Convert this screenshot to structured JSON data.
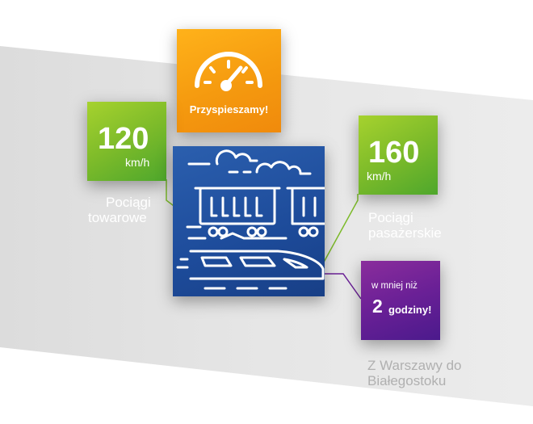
{
  "speed_tile": {
    "label": "Przyspieszamy!",
    "icon": "speedometer-icon"
  },
  "freight": {
    "speed": "120",
    "unit": "km/h",
    "caption_line1": "Pociągi",
    "caption_line2": "towarowe"
  },
  "passenger": {
    "speed": "160",
    "unit": "km/h",
    "caption_line1": "Pociągi",
    "caption_line2": "pasażerskie"
  },
  "travel_time": {
    "prefix": "w mniej niż",
    "number": "2",
    "word": "godziny!"
  },
  "route": {
    "line1": "Z Warszawy do",
    "line2": "Białegostoku"
  },
  "center_tile": {
    "icon": "trains-icon"
  },
  "colors": {
    "orange": "#f59a0f",
    "green": "#7dbb2a",
    "blue": "#1d4b9a",
    "purple": "#6a2096",
    "band": "#e3e3e3",
    "connector_green": "#7dbb2a",
    "connector_purple": "#6a2096"
  }
}
